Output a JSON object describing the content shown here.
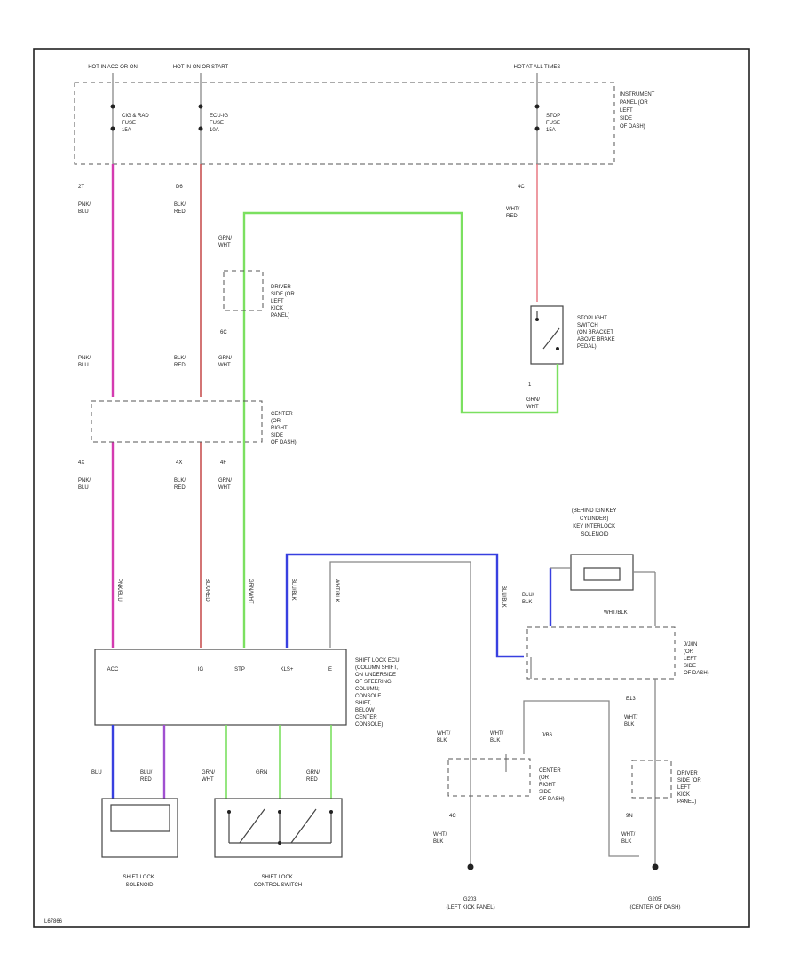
{
  "diagram_id": "L67866",
  "top_labels": {
    "hot_in_acc": "HOT IN ACC OR ON",
    "hot_in_on": "HOT IN ON OR START",
    "hot_at_all": "HOT AT ALL TIMES"
  },
  "fuses": {
    "fuse1": "CIG & RAD\nFUSE\n15A",
    "fuse2": "ECU-IG\nFUSE\n10A",
    "fuse3": "STOP\nFUSE\n15A"
  },
  "locations": {
    "instrument_panel": "INSTRUMENT\nPANEL (OR\nLEFT\nSIDE\nOF DASH)",
    "driver_side_kick": "DRIVER\nSIDE (OR\nLEFT\nKICK\nPANEL)",
    "center_dash": "CENTER\n(OR\nRIGHT\nSIDE\nOF DASH)",
    "center_dash2": "CENTER\n(OR\nRIGHT\nSIDE\nOF DASH)",
    "j2_left_dash": "J/J/IN\n(OR\nLEFT\nSIDE\nOF DASH)",
    "driver_side_kick2": "DRIVER\nSIDE (OR\nLEFT\nKICK\nPANEL)"
  },
  "components": {
    "stoplight_switch": "STOPLIGHT\nSWITCH\n(ON BRACKET\nABOVE BRAKE\nPEDAL)",
    "key_interlock": "(BEHIND IGN KEY\nCYLINDER)\nKEY INTERLOCK\nSOLENOID",
    "shift_lock_ecu": "SHIFT LOCK ECU\n(COLUMN SHIFT,\nON UNDERSIDE\nOF STEERING\nCOLUMN;\nCONSOLE\nSHIFT,\nBELOW\nCENTER\nCONSOLE)",
    "shift_lock_solenoid": "SHIFT LOCK\nSOLENOID",
    "shift_lock_switch": "SHIFT LOCK\nCONTROL SWITCH",
    "ground_left": "G203\n(LEFT KICK PANEL)",
    "ground_center": "G205\n(CENTER OF DASH)",
    "j_block": "J/B6"
  },
  "ecu_pins": [
    "ACC",
    "IG",
    "STP",
    "KLS+",
    "E"
  ],
  "wires": {
    "pink_top_pin": "2T",
    "pink_top": "PNK/\nBLU",
    "red_top_pin": "D6",
    "red_top": "BLK/\nRED",
    "stop_pin": "4C",
    "stop_wire": "WHT/\nRED",
    "grn_wht_top": "GRN/\nWHT",
    "grn_pin": "6C",
    "pink_mid": "PNK/\nBLU",
    "red_mid": "BLK/\nRED",
    "grn_mid": "GRN/\nWHT",
    "stop_out_pin": "1",
    "stop_out": "GRN/\nWHT",
    "pink_low_pin": "4X",
    "red_low_pin": "4X",
    "grn_low_pin": "4F",
    "pink_low": "PNK/\nBLU",
    "red_low": "BLK/\nRED",
    "grn_low": "GRN/\nWHT",
    "vert_pink": "PNK/BLU",
    "vert_red": "BLK/RED",
    "vert_grn": "GRN/WHT",
    "vert_blu": "BLU/BLK",
    "vert_wht": "WHT/BLK",
    "vert_blu2": "BLU/BLK",
    "blu_blk_key": "BLU/\nBLK",
    "wht_blk_key": "WHT/BLK",
    "e13": "E13",
    "wht_blk_a": "WHT/\nBLK",
    "wht_blk_b": "WHT/\nBLK",
    "wht_blk_c": "WHT/\nBLK",
    "wht_blk_d": "WHT/\nBLK",
    "wht_blk_e": "WHT/\nBLK",
    "pin_4c": "4C",
    "pin_9n": "9N",
    "bot_blu": "BLU",
    "bot_blu_red": "BLU/\nRED",
    "bot_grn_wht": "GRN/\nWHT",
    "bot_grn": "GRN",
    "bot_grn_red": "GRN/\nRED"
  },
  "colors": {
    "pink": "#d43bb0",
    "red": "#c03a3a",
    "green": "#7be060",
    "blue": "#3840e0",
    "purple": "#a050d0"
  }
}
